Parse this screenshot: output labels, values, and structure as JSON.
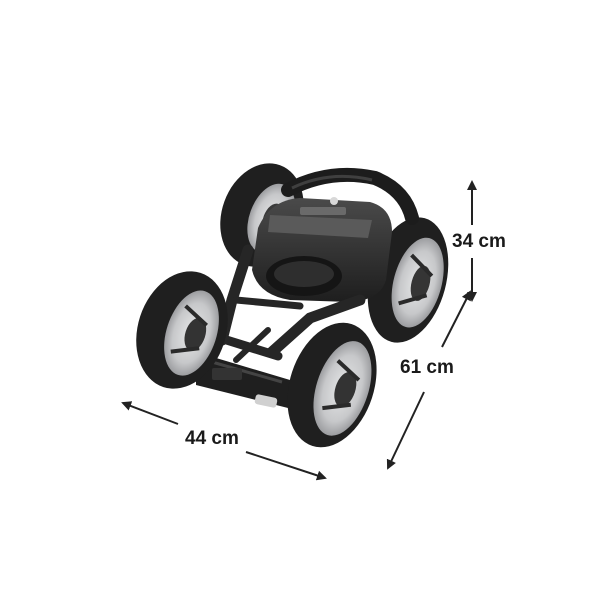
{
  "dimensions": {
    "height": "34 cm",
    "depth": "61 cm",
    "width": "44 cm"
  },
  "colors": {
    "background": "#ffffff",
    "tire": "#1f1f1f",
    "rim": "#c9cacc",
    "frame": "#2b2b2b",
    "arrow": "#222222"
  }
}
